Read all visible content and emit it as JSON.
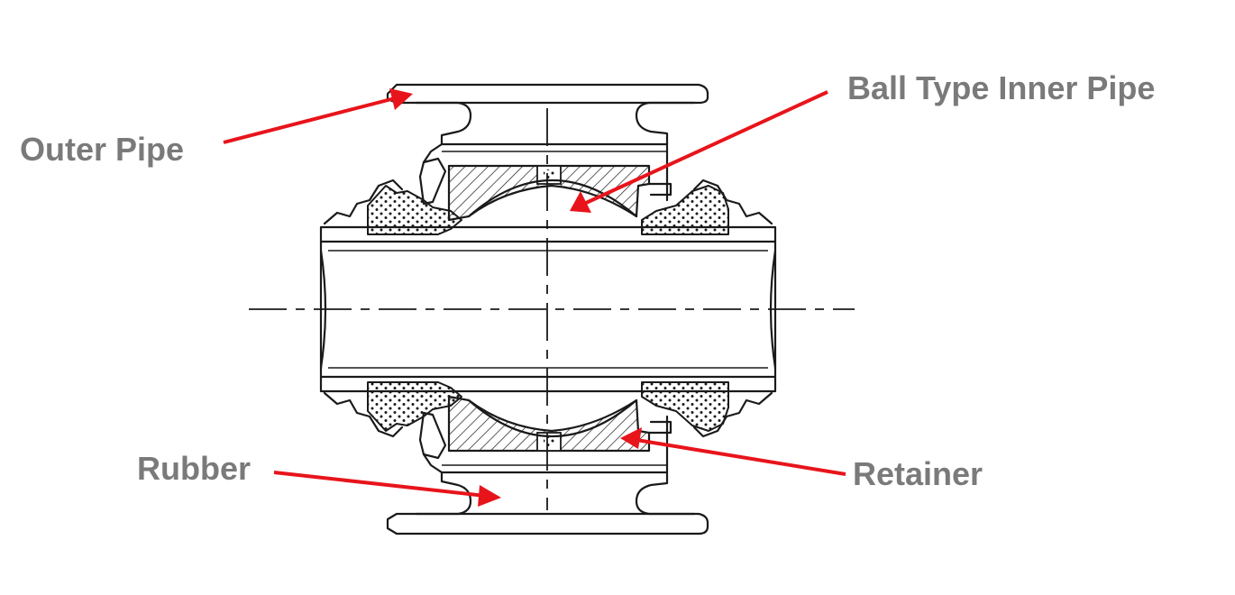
{
  "labels": {
    "outer_pipe": "Outer Pipe",
    "ball_type_inner_pipe": "Ball Type Inner Pipe",
    "rubber": "Rubber",
    "retainer": "Retainer"
  },
  "colors": {
    "label_text": "#7a7a7a",
    "arrow": "#e8141b",
    "drawing_line": "#1a1a1a"
  }
}
